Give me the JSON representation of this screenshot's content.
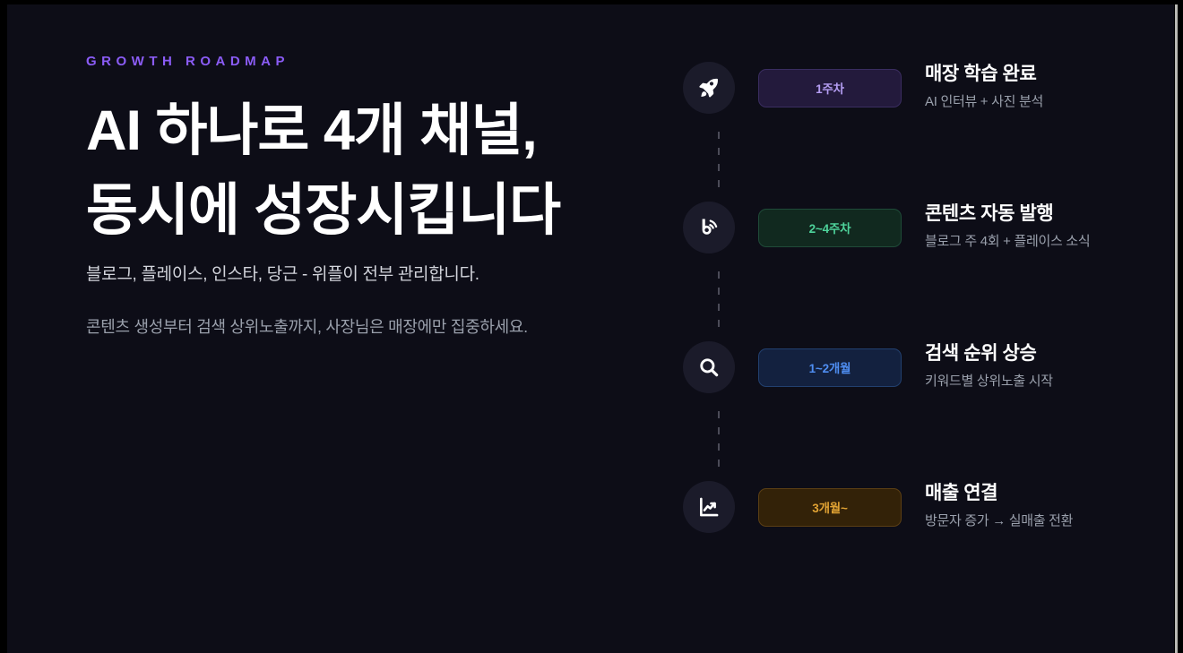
{
  "colors": {
    "background": "#0d0d17",
    "accent_purple": "#8b5cf6",
    "heading": "#ffffff",
    "muted_text": "#9aa0ac",
    "connector": "#4b4b58"
  },
  "hero": {
    "eyebrow": "GROWTH ROADMAP",
    "headline_line1": "AI 하나로 4개 채널,",
    "headline_line2": "동시에 성장시킵니다",
    "sub_line_1": "블로그, 플레이스, 인스타, 당근 - 위플이 전부 관리합니다.",
    "sub_line_2": "콘텐츠 생성부터 검색 상위노출까지, 사장님은 매장에만 집중하세요."
  },
  "timeline": {
    "items": [
      {
        "icon": "rocket-icon",
        "badge": "1주차",
        "badge_style": "purple",
        "badge_bg": "#231a3c",
        "badge_color": "#b49df2",
        "title": "매장 학습 완료",
        "description": "AI 인터뷰 + 사진 분석"
      },
      {
        "icon": "blog-signal-icon",
        "badge": "2~4주차",
        "badge_style": "green",
        "badge_bg": "#11291f",
        "badge_color": "#4ed39b",
        "title": "콘텐츠 자동 발행",
        "description": "블로그 주 4회 + 플레이스 소식"
      },
      {
        "icon": "search-icon",
        "badge": "1~2개월",
        "badge_style": "blue",
        "badge_bg": "#13213f",
        "badge_color": "#4f8ef2",
        "title": "검색 순위 상승",
        "description": "키워드별 상위노출 시작"
      },
      {
        "icon": "chart-line-up-icon",
        "badge": "3개월~",
        "badge_style": "amber",
        "badge_bg": "#332208",
        "badge_color": "#e0a233",
        "title": "매출 연결",
        "description": "방문자 증가 → 실매출 전환"
      }
    ]
  }
}
